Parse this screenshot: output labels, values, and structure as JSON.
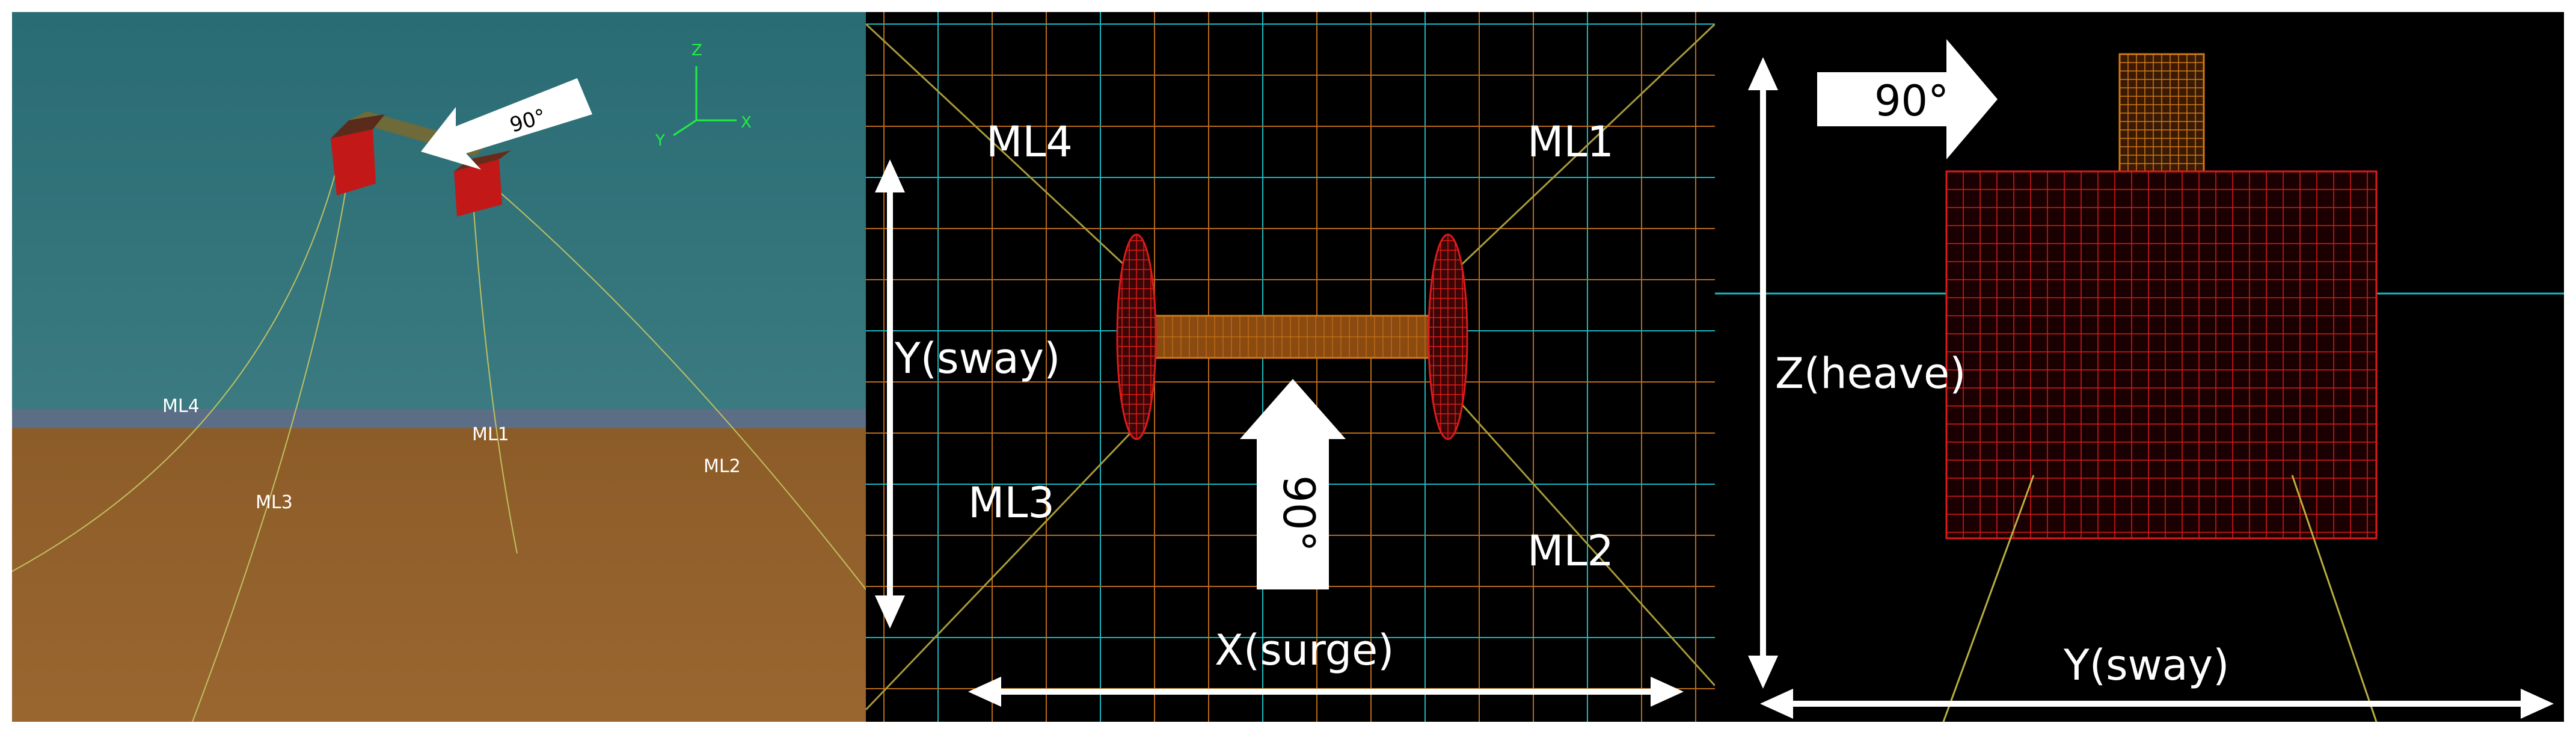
{
  "panel_3d": {
    "arrow_label": "90°",
    "axis_z": "Z",
    "axis_x": "X",
    "axis_y": "Y",
    "lines": {
      "ml1": "ML1",
      "ml2": "ML2",
      "ml3": "ML3",
      "ml4": "ML4"
    },
    "colors": {
      "water": "#2f6a73",
      "seabed": "#8a5a26",
      "pontoon": "#cc1a1a",
      "line": "#c8c860"
    }
  },
  "panel_top": {
    "lines": {
      "ml1": "ML1",
      "ml2": "ML2",
      "ml3": "ML3",
      "ml4": "ML4"
    },
    "arrow_label": "90°",
    "axis_y": "Y(sway)",
    "axis_x": "X(surge)",
    "colors": {
      "grid_orange": "#b86a1a",
      "grid_cyan": "#1ab8c0",
      "mesh_red": "#e01a1a",
      "beam": "#c86a14"
    }
  },
  "panel_side": {
    "arrow_label": "90°",
    "axis_z": "Z(heave)",
    "axis_y": "Y(sway)",
    "colors": {
      "mesh_red": "#e01a1a",
      "tower": "#d07a14",
      "waterline": "#1ab8c0",
      "line": "#b8b040"
    }
  }
}
